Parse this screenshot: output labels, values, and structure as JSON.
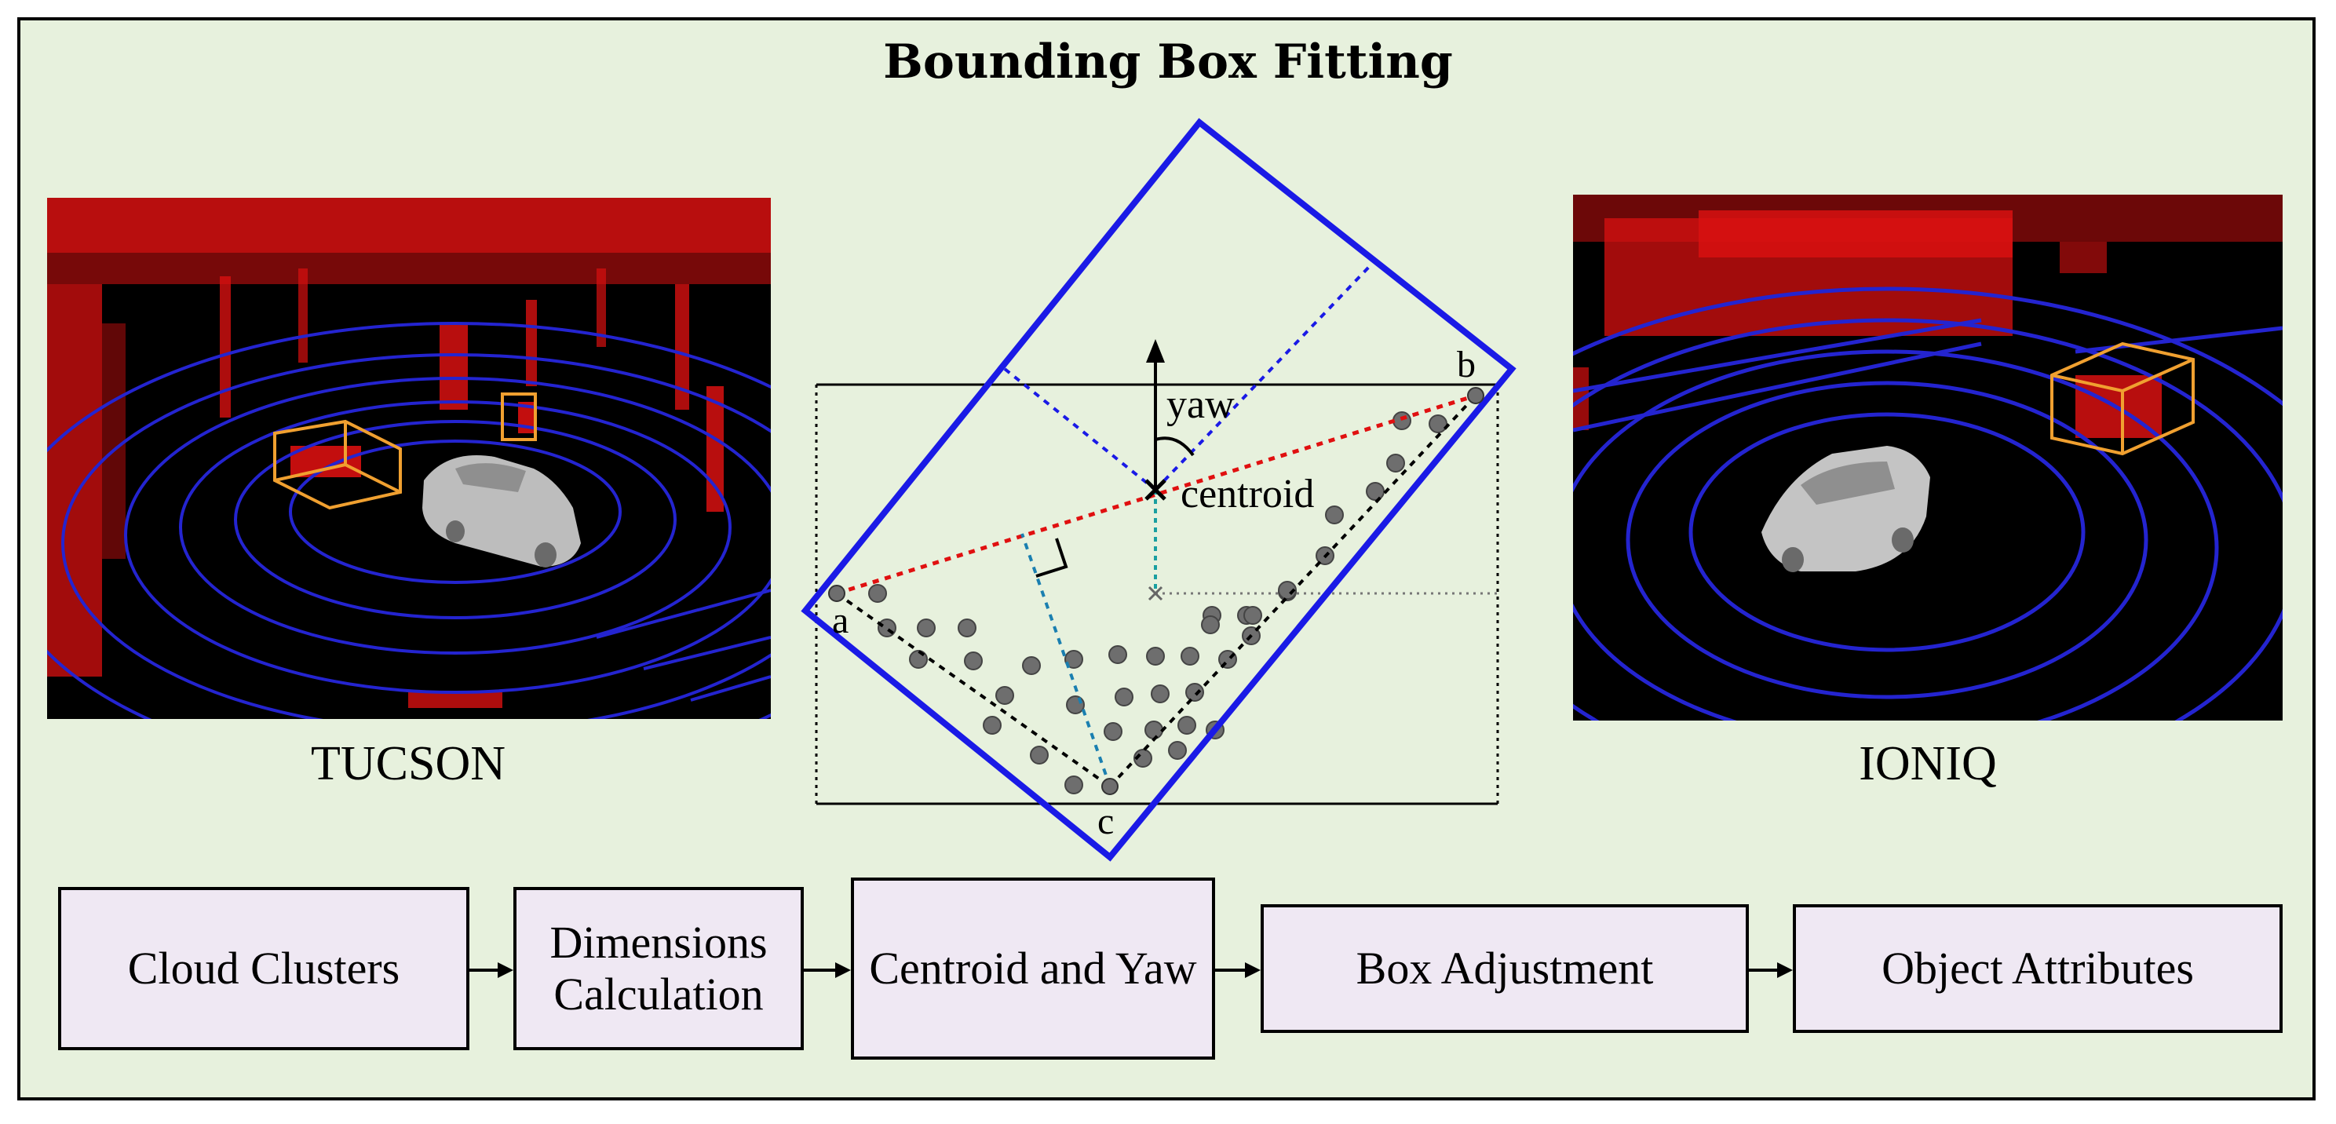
{
  "title": "Bounding Box Fitting",
  "left_panel": {
    "caption": "TUCSON"
  },
  "right_panel": {
    "caption": "IONIQ"
  },
  "diagram": {
    "label_yaw": "yaw",
    "label_centroid": "centroid",
    "label_a": "a",
    "label_b": "b",
    "label_c": "c"
  },
  "pipeline": {
    "steps": [
      {
        "label": "Cloud Clusters"
      },
      {
        "label": "Dimensions Calculation"
      },
      {
        "label": "Centroid and Yaw"
      },
      {
        "label": "Box Adjustment"
      },
      {
        "label": "Object Attributes"
      }
    ]
  },
  "colors": {
    "background": "#e7f1dd",
    "box_blue": "#1a1ae6",
    "points": "#6e6e6e",
    "lidar_red": "#e01010",
    "lidar_blue": "#2020d0",
    "target_box_orange": "#f0a030",
    "step_fill": "#efe8f3"
  }
}
